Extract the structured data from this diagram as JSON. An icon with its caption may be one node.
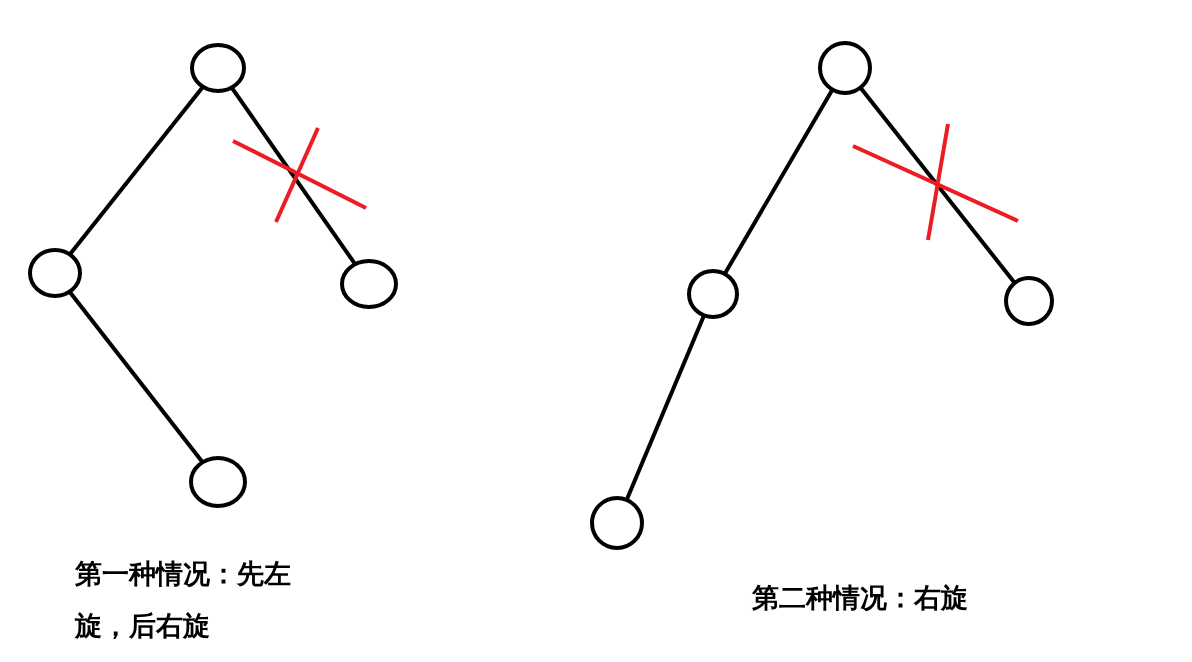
{
  "diagram": {
    "nodes": [
      {
        "text": [],
        "shape": "circle"
      },
      {
        "text": [],
        "shape": "circle"
      },
      {
        "text": [],
        "shape": "circle"
      },
      {
        "text": [],
        "shape": "circle"
      },
      {
        "text": [],
        "shape": "circle"
      },
      {
        "text": [],
        "shape": "circle"
      },
      {
        "text": [],
        "shape": "circle"
      },
      {
        "text": [],
        "shape": "circle"
      }
    ],
    "edges": [
      {
        "from": 0,
        "to": 1,
        "arrow": "none"
      },
      {
        "from": 0,
        "to": 2,
        "arrow": "none"
      },
      {
        "from": 1,
        "to": 3,
        "arrow": "none"
      },
      {
        "from": 4,
        "to": 5,
        "arrow": "none"
      },
      {
        "from": 4,
        "to": 6,
        "arrow": "none"
      },
      {
        "from": 5,
        "to": 7,
        "arrow": "none"
      }
    ],
    "labels": [
      "第一种情况：先左旋，后右旋",
      "第二种情况：右旋"
    ]
  }
}
